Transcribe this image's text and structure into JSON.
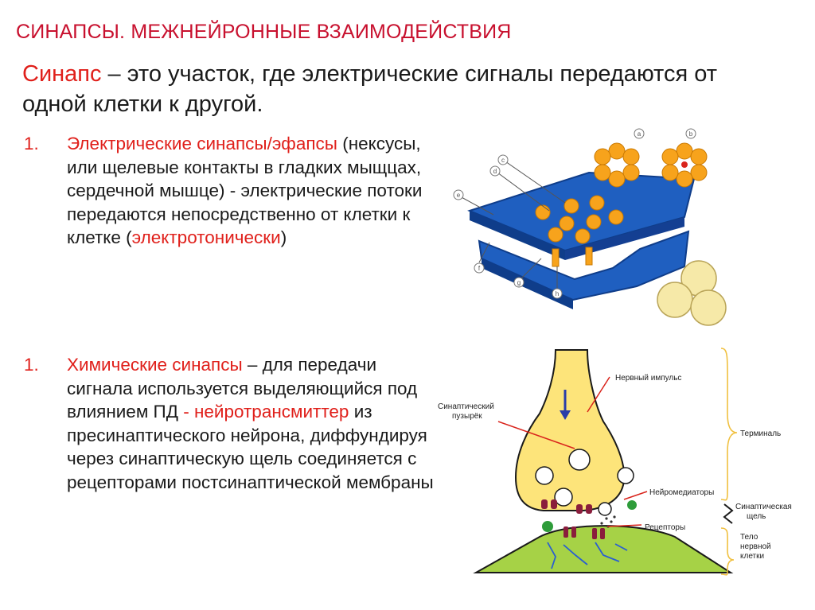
{
  "title": "СИНАПСЫ. МЕЖНЕЙРОННЫЕ ВЗАИМОДЕЙСТВИЯ",
  "definition": {
    "term": "Синапс",
    "text": " – это участок,  где электрические сигналы передаются от одной клетки к другой."
  },
  "items": [
    {
      "number": "1.",
      "title": "Электрические синапсы/эфапсы",
      "text": " (нексусы, или щелевые контакты в гладких мыщцах, сердечной мышце) - электрические потоки передаются непосредственно от клетки к клетке (",
      "highlight": "электротонически",
      "text_end": ")"
    },
    {
      "number": "1.",
      "title": "Химические синапсы",
      "text": " – для передачи сигнала используется выделяющийся под влиянием ПД ",
      "highlight": "- нейротрансмиттер",
      "text_end": " из пресинаптического нейрона, диффундируя через синаптическую щель соединяется с рецепторами постсинаптической мембраны"
    }
  ],
  "gap_junction_figure": {
    "labels": [
      "a",
      "b",
      "c",
      "d",
      "e",
      "f",
      "g",
      "h"
    ],
    "colors": {
      "membrane": "#1f5fc0",
      "membrane_dark": "#0f3d8a",
      "connexon": "#f7a31c",
      "cell": "#f6e9a8"
    }
  },
  "synapse_figure": {
    "labels": {
      "impulse": "Нервный импульс",
      "vesicle_1": "Синаптический",
      "vesicle_2": "пузырёк",
      "terminal": "Терминаль",
      "mediators": "Нейромедиаторы",
      "cleft_1": "Синаптическая",
      "cleft_2": "щель",
      "receptors": "Рецепторы",
      "body_1": "Тело",
      "body_2": "нервной",
      "body_3": "клетки"
    },
    "colors": {
      "terminal": "#fde47a",
      "postsynaptic": "#a6d246",
      "bracket": "#f0c040",
      "arrow": "#d9241c"
    }
  }
}
